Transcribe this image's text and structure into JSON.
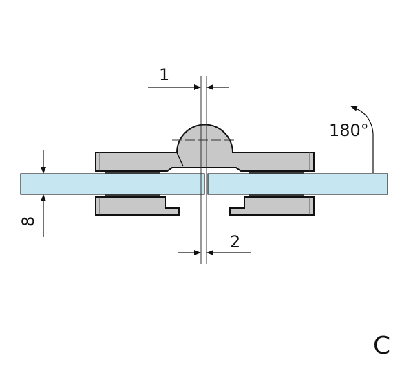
{
  "dimensions": {
    "top_gap": "1",
    "bottom_gap": "2",
    "glass_thickness": "8",
    "angle": "180°"
  },
  "figure_label": "C",
  "colors": {
    "glass": "#c6e7f1",
    "metal": "#c8c8c8",
    "gasket": "#3a3a3a",
    "line": "#1a1a1a"
  }
}
